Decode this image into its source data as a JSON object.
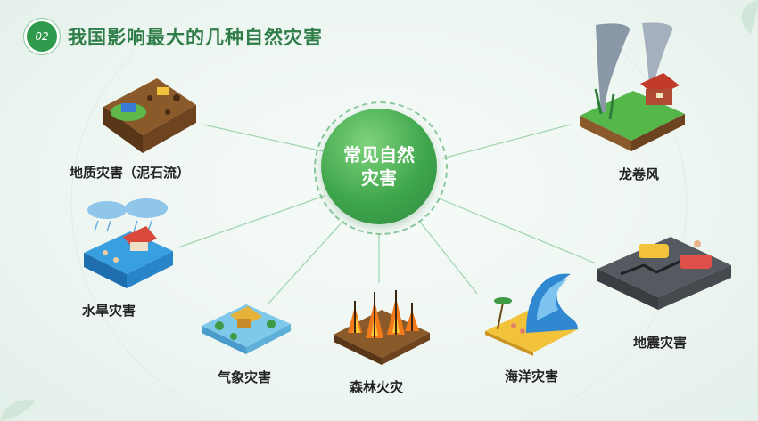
{
  "header": {
    "number": "02",
    "title": "我国影响最大的几种自然灾害"
  },
  "center": {
    "line1": "常见自然",
    "line2": "灾害"
  },
  "disasters": [
    {
      "label": "地质灾害（泥石流）",
      "icon": "mudslide-icon"
    },
    {
      "label": "水旱灾害",
      "icon": "flood-icon"
    },
    {
      "label": "气象灾害",
      "icon": "weather-disaster-icon"
    },
    {
      "label": "森林火灾",
      "icon": "forest-fire-icon"
    },
    {
      "label": "海洋灾害",
      "icon": "tsunami-icon"
    },
    {
      "label": "地震灾害",
      "icon": "earthquake-icon"
    },
    {
      "label": "龙卷风",
      "icon": "tornado-icon"
    }
  ],
  "colors": {
    "accent": "#2e9a4c",
    "title": "#2f7d48",
    "connector": "#9fd3ad"
  }
}
